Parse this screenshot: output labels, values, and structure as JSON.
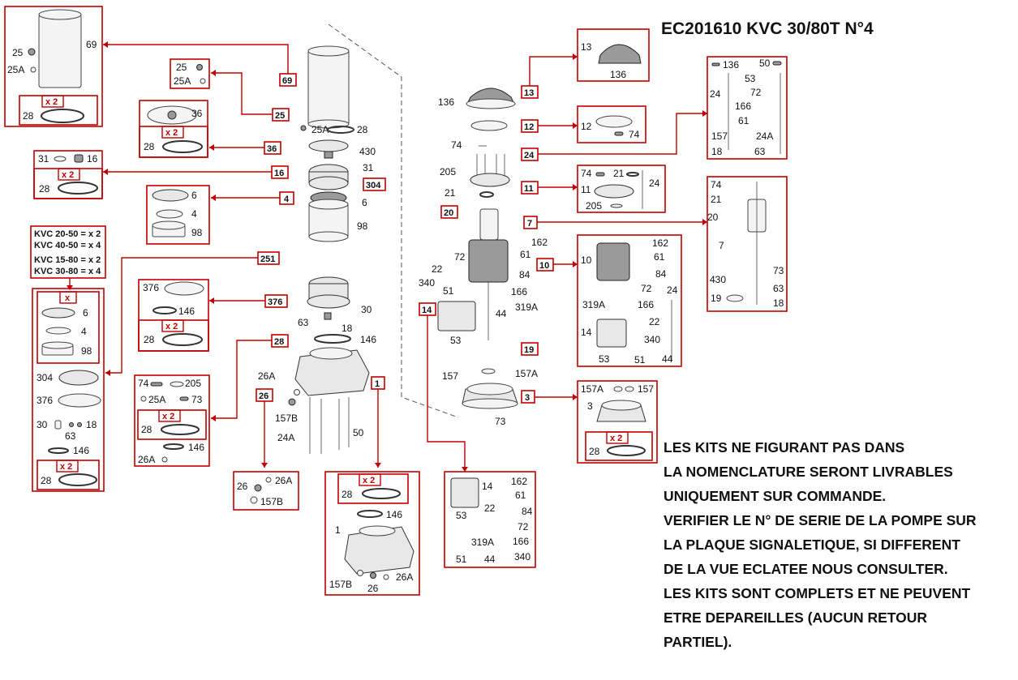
{
  "title": "EC201610 KVC 30/80T N°4",
  "notes": [
    "LES KITS NE FIGURANT PAS DANS",
    "LA NOMENCLATURE SERONT LIVRABLES",
    "UNIQUEMENT SUR COMMANDE.",
    "VERIFIER LE N° DE SERIE DE LA POMPE SUR",
    "LA PLAQUE SIGNALETIQUE, SI DIFFERENT",
    "DE LA VUE ECLATEE NOUS CONSULTER.",
    "LES KITS SONT COMPLETS ET NE PEUVENT",
    "ETRE DEPAREILLES (AUCUN RETOUR",
    "PARTIEL)."
  ],
  "multiplier_note": [
    "KVC 20-50 = x 2",
    "KVC 40-50 = x 4",
    "KVC 15-80 = x 2",
    "KVC 30-80 = x 4"
  ],
  "x2": "x 2",
  "x": "x",
  "kit_tags": {
    "k69": "69",
    "k25": "25",
    "k36": "36",
    "k16": "16",
    "k304": "304",
    "k4": "4",
    "k251": "251",
    "k376": "376",
    "k28": "28",
    "k26": "26",
    "k1": "1",
    "k13": "13",
    "k12": "12",
    "k24": "24",
    "k11": "11",
    "k20": "20",
    "k7": "7",
    "k10": "10",
    "k14": "14",
    "k19": "19",
    "k3": "3"
  },
  "labels": {
    "n25": "25",
    "n25A": "25A",
    "n28": "28",
    "n36": "36",
    "n31": "31",
    "n16": "16",
    "n6": "6",
    "n4": "4",
    "n98": "98",
    "n304": "304",
    "n376": "376",
    "n30": "30",
    "n63": "63",
    "n18": "18",
    "n146": "146",
    "n74": "74",
    "n205": "205",
    "n73": "73",
    "n26A": "26A",
    "n26": "26",
    "n157B": "157B",
    "n430": "430",
    "n24A": "24A",
    "n50": "50",
    "n69": "69",
    "n136": "136",
    "n12": "12",
    "n13": "13",
    "n21": "21",
    "n11": "11",
    "n24": "24",
    "n20": "20",
    "n7": "7",
    "n162": "162",
    "n61": "61",
    "n84": "84",
    "n72": "72",
    "n22": "22",
    "n340": "340",
    "n51": "51",
    "n53": "53",
    "n44": "44",
    "n166": "166",
    "n319A": "319A",
    "n14": "14",
    "n10": "10",
    "n157": "157",
    "n157A": "157A",
    "n3": "3",
    "n1": "1",
    "n19": "19"
  }
}
